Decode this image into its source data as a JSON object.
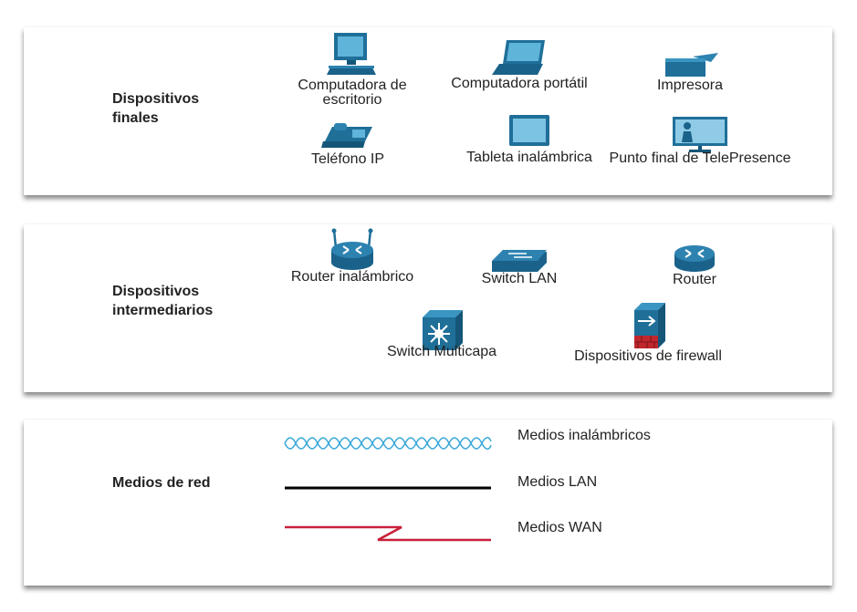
{
  "sections": {
    "end_devices": {
      "title": "Dispositivos\nfinales",
      "devices": {
        "desktop": "Computadora de\nescritorio",
        "laptop": "Computadora portátil",
        "printer": "Impresora",
        "ip_phone": "Teléfono IP",
        "tablet": "Tableta inalámbrica",
        "telepresence": "Punto final de TelePresence"
      }
    },
    "intermediary_devices": {
      "title": "Dispositivos\nintermediarios",
      "devices": {
        "wireless_router": "Router inalámbrico",
        "lan_switch": "Switch LAN",
        "router": "Router",
        "multilayer_switch": "Switch Multicapa",
        "firewall": "Dispositivos de firewall"
      }
    },
    "network_media": {
      "title": "Medios de red",
      "media": {
        "wireless": "Medios inalámbricos",
        "lan": "Medios LAN",
        "wan": "Medios WAN"
      }
    }
  },
  "colors": {
    "device_blue": "#1f6f99",
    "wireless_media": "#3aa8d8",
    "lan_media": "#000000",
    "wan_media": "#c8203a",
    "firewall_brick": "#c0272d"
  }
}
